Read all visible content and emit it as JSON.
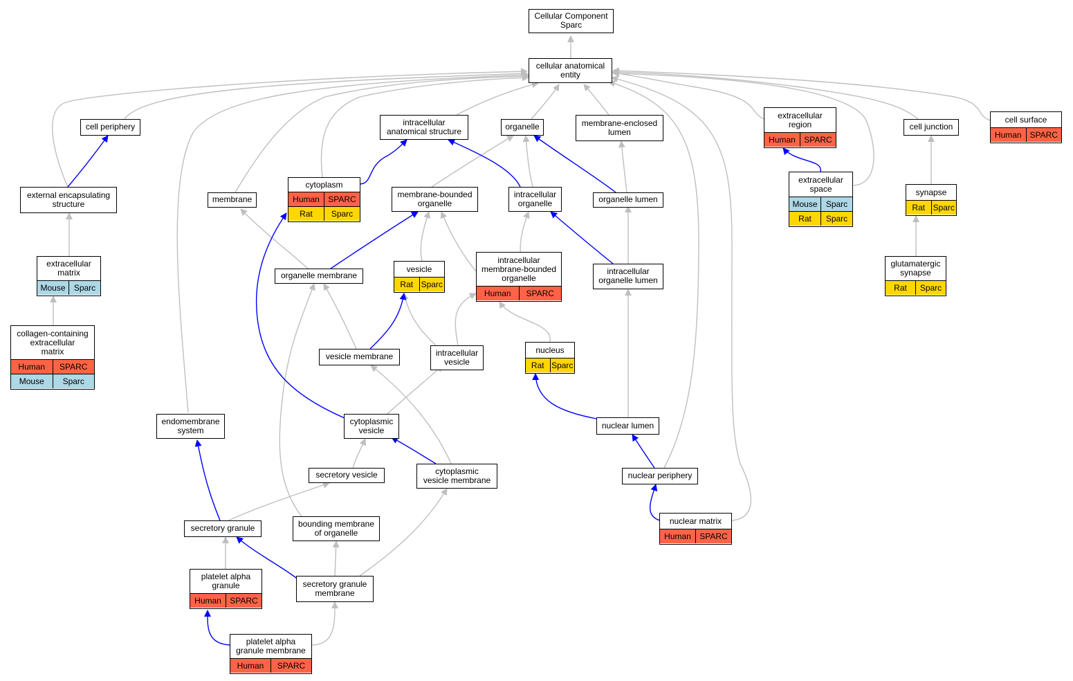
{
  "colors": {
    "human": "#ff6347",
    "mouse": "#add8e6",
    "rat": "#ffd700",
    "edge_is_a": "#bfbfbf",
    "edge_part_of": "#0000ff"
  },
  "nodes": {
    "root": {
      "label": "Cellular Component\nSparc",
      "rows": []
    },
    "cae": {
      "label": "cellular anatomical\nentity",
      "rows": []
    },
    "cell_periphery": {
      "label": "cell periphery",
      "rows": []
    },
    "ias": {
      "label": "intracellular\nanatomical structure",
      "rows": []
    },
    "organelle": {
      "label": "organelle",
      "rows": []
    },
    "mel": {
      "label": "membrane-enclosed\nlumen",
      "rows": []
    },
    "ext_region": {
      "label": "extracellular\nregion",
      "rows": [
        {
          "species": "Human",
          "gene": "SPARC",
          "color": "human"
        }
      ]
    },
    "cell_junction": {
      "label": "cell junction",
      "rows": []
    },
    "cell_surface": {
      "label": "cell surface",
      "rows": [
        {
          "species": "Human",
          "gene": "SPARC",
          "color": "human"
        }
      ]
    },
    "ext_encap": {
      "label": "external encapsulating\nstructure",
      "rows": []
    },
    "membrane": {
      "label": "membrane",
      "rows": []
    },
    "cytoplasm": {
      "label": "cytoplasm",
      "rows": [
        {
          "species": "Human",
          "gene": "SPARC",
          "color": "human"
        },
        {
          "species": "Rat",
          "gene": "Sparc",
          "color": "rat"
        }
      ]
    },
    "mbo": {
      "label": "membrane-bounded\norganelle",
      "rows": []
    },
    "ic_org": {
      "label": "intracellular\norganelle",
      "rows": []
    },
    "org_lumen": {
      "label": "organelle lumen",
      "rows": []
    },
    "ext_space": {
      "label": "extracellular\nspace",
      "rows": [
        {
          "species": "Mouse",
          "gene": "Sparc",
          "color": "mouse"
        },
        {
          "species": "Rat",
          "gene": "Sparc",
          "color": "rat"
        }
      ]
    },
    "synapse": {
      "label": "synapse",
      "rows": [
        {
          "species": "Rat",
          "gene": "Sparc",
          "color": "rat"
        }
      ]
    },
    "ecm": {
      "label": "extracellular\nmatrix",
      "rows": [
        {
          "species": "Mouse",
          "gene": "Sparc",
          "color": "mouse"
        }
      ]
    },
    "org_membrane": {
      "label": "organelle membrane",
      "rows": []
    },
    "vesicle": {
      "label": "vesicle",
      "rows": [
        {
          "species": "Rat",
          "gene": "Sparc",
          "color": "rat"
        }
      ]
    },
    "imbo": {
      "label": "intracellular\nmembrane-bounded\norganelle",
      "rows": [
        {
          "species": "Human",
          "gene": "SPARC",
          "color": "human"
        }
      ]
    },
    "iol": {
      "label": "intracellular\norganelle lumen",
      "rows": []
    },
    "glut_syn": {
      "label": "glutamatergic\nsynapse",
      "rows": [
        {
          "species": "Rat",
          "gene": "Sparc",
          "color": "rat"
        }
      ]
    },
    "collagen_ecm": {
      "label": "collagen-containing\nextracellular\nmatrix",
      "rows": [
        {
          "species": "Human",
          "gene": "SPARC",
          "color": "human"
        },
        {
          "species": "Mouse",
          "gene": "Sparc",
          "color": "mouse"
        }
      ]
    },
    "ves_membrane": {
      "label": "vesicle membrane",
      "rows": []
    },
    "ic_vesicle": {
      "label": "intracellular\nvesicle",
      "rows": []
    },
    "nucleus": {
      "label": "nucleus",
      "rows": [
        {
          "species": "Rat",
          "gene": "Sparc",
          "color": "rat"
        }
      ]
    },
    "endomembrane": {
      "label": "endomembrane\nsystem",
      "rows": []
    },
    "cyto_vesicle": {
      "label": "cytoplasmic\nvesicle",
      "rows": []
    },
    "nuc_lumen": {
      "label": "nuclear lumen",
      "rows": []
    },
    "sec_vesicle": {
      "label": "secretory vesicle",
      "rows": []
    },
    "cvm": {
      "label": "cytoplasmic\nvesicle membrane",
      "rows": []
    },
    "nuc_periph": {
      "label": "nuclear periphery",
      "rows": []
    },
    "sec_granule": {
      "label": "secretory granule",
      "rows": []
    },
    "bmo": {
      "label": "bounding membrane\nof organelle",
      "rows": []
    },
    "nuc_matrix": {
      "label": "nuclear matrix",
      "rows": [
        {
          "species": "Human",
          "gene": "SPARC",
          "color": "human"
        }
      ]
    },
    "pag": {
      "label": "platelet alpha\ngranule",
      "rows": [
        {
          "species": "Human",
          "gene": "SPARC",
          "color": "human"
        }
      ]
    },
    "sgm": {
      "label": "secretory granule\nmembrane",
      "rows": []
    },
    "pagm": {
      "label": "platelet alpha\ngranule membrane",
      "rows": [
        {
          "species": "Human",
          "gene": "SPARC",
          "color": "human"
        }
      ]
    }
  }
}
